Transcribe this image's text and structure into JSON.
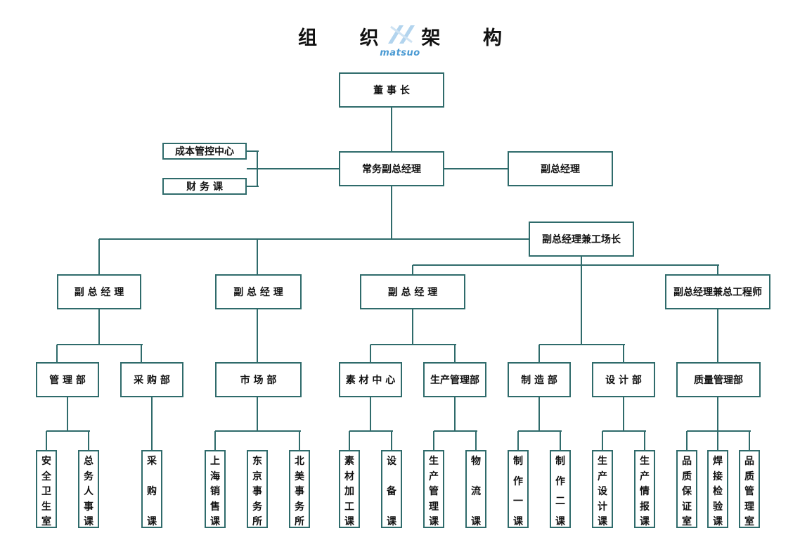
{
  "title": "组 织 架 构",
  "logo_text": "matsuo",
  "colors": {
    "line": "#2f6b6b",
    "logo": "#4a9ad3"
  },
  "nodes": {
    "chairman": "董 事 长",
    "executive_vp": "常务副总经理",
    "cost_control": "成本管控中心",
    "finance": "财 务 课",
    "vp_right": "副总经理",
    "vp_plant": "副总经理兼工场长",
    "vp1": "副 总 经 理",
    "vp2": "副 总 经 理",
    "vp3": "副 总 经 理",
    "vp_engineer": "副总经理兼总工程师",
    "management_dept": "管 理 部",
    "purchasing_dept": "采 购 部",
    "market_dept": "市 场 部",
    "material_center": "素 材 中 心",
    "production_mgmt_dept": "生产管理部",
    "manufacturing_dept": "制 造 部",
    "design_dept": "设 计 部",
    "quality_dept": "质量管理部"
  },
  "sections": [
    {
      "key": "safety",
      "text": "安全卫生室"
    },
    {
      "key": "general-hr",
      "text": "总务人事课"
    },
    {
      "key": "purchasing",
      "text": "采购课"
    },
    {
      "key": "shanghai-sales",
      "text": "上海销售课"
    },
    {
      "key": "tokyo-office",
      "text": "东京事务所"
    },
    {
      "key": "north-america-office",
      "text": "北美事务所"
    },
    {
      "key": "material-processing",
      "text": "素材加工课"
    },
    {
      "key": "equipment",
      "text": "设备课"
    },
    {
      "key": "production-management",
      "text": "生产管理课"
    },
    {
      "key": "logistics",
      "text": "物流课"
    },
    {
      "key": "manufacturing-1",
      "text": "制作一课"
    },
    {
      "key": "manufacturing-2",
      "text": "制作二课"
    },
    {
      "key": "production-design",
      "text": "生产设计课"
    },
    {
      "key": "production-info",
      "text": "生产情报课"
    },
    {
      "key": "quality-assurance",
      "text": "品质保证室"
    },
    {
      "key": "welding-inspection",
      "text": "焊接检验课"
    },
    {
      "key": "quality-management",
      "text": "品质管理室"
    }
  ]
}
